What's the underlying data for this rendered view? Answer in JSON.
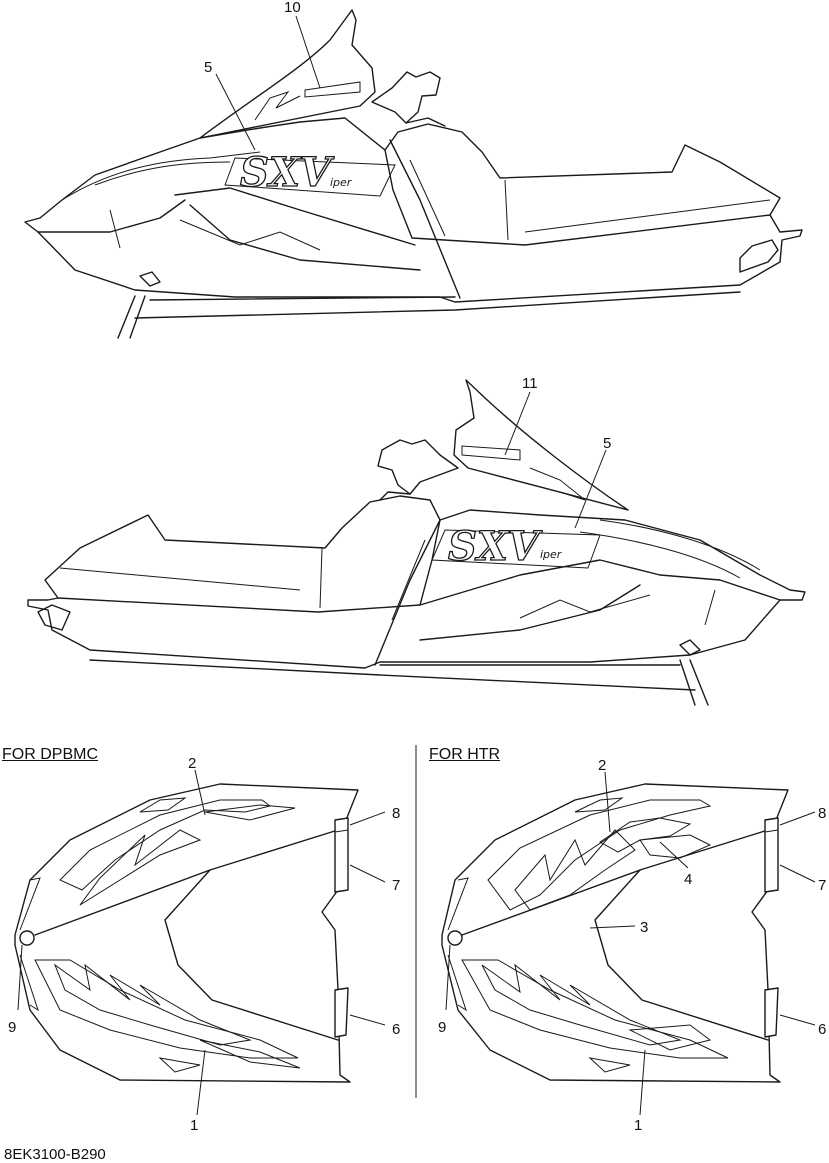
{
  "sections": {
    "left_caption": "FOR DPBMC",
    "right_caption": "FOR HTR"
  },
  "logo": {
    "main": "SXV",
    "small": "iper"
  },
  "callouts": {
    "top_view": [
      "10",
      "5"
    ],
    "middle_view": [
      "11",
      "5"
    ],
    "left_hood": [
      "2",
      "8",
      "7",
      "9",
      "6",
      "1"
    ],
    "right_hood": [
      "2",
      "8",
      "7",
      "4",
      "3",
      "9",
      "6",
      "1"
    ]
  },
  "footer": {
    "part_number": "8EK3100-B290"
  }
}
